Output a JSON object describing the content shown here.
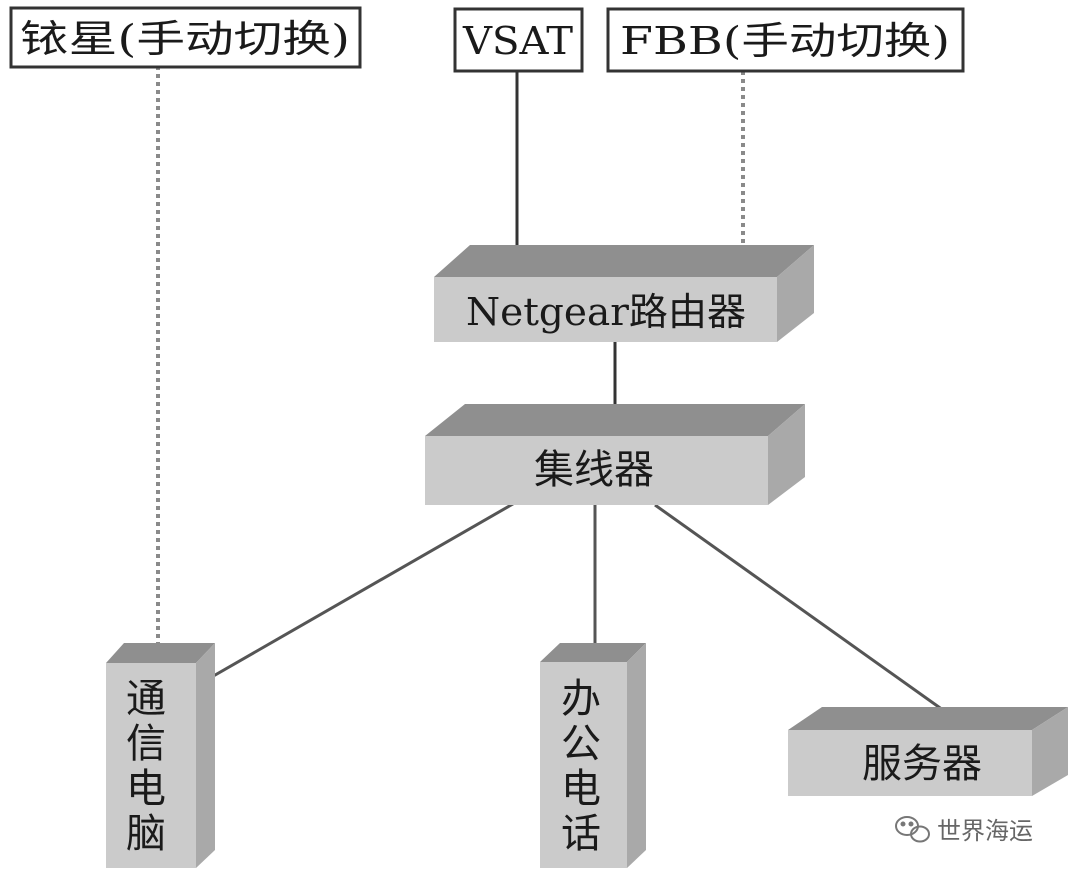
{
  "diagram": {
    "sources": [
      {
        "id": "iridium",
        "label": "铱星(手动切换)"
      },
      {
        "id": "vsat",
        "label": "VSAT"
      },
      {
        "id": "fbb",
        "label": "FBB(手动切换)"
      }
    ],
    "router": {
      "label": "Netgear路由器"
    },
    "hub": {
      "label": "集线器"
    },
    "devices": [
      {
        "id": "comm-pc",
        "label_chars": [
          "通",
          "信",
          "电",
          "脑"
        ]
      },
      {
        "id": "office-phone",
        "label_chars": [
          "办",
          "公",
          "电",
          "话"
        ]
      },
      {
        "id": "server",
        "label": "服务器"
      }
    ],
    "links": [
      {
        "from": "iridium",
        "to": "comm-pc",
        "style": "dashed"
      },
      {
        "from": "vsat",
        "to": "router",
        "style": "solid"
      },
      {
        "from": "fbb",
        "to": "router",
        "style": "dashed"
      },
      {
        "from": "router",
        "to": "hub",
        "style": "solid"
      },
      {
        "from": "hub",
        "to": "comm-pc",
        "style": "solid"
      },
      {
        "from": "hub",
        "to": "office-phone",
        "style": "solid"
      },
      {
        "from": "hub",
        "to": "server",
        "style": "solid"
      }
    ],
    "colors": {
      "box_front": "#cbcbcb",
      "box_top": "#8f8f8f",
      "box_side": "#a9a9a9",
      "line": "#4a4a4a",
      "dashed_line": "#8a8a8a"
    }
  },
  "watermark": {
    "icon": "wechat-icon",
    "text": "世界海运"
  }
}
